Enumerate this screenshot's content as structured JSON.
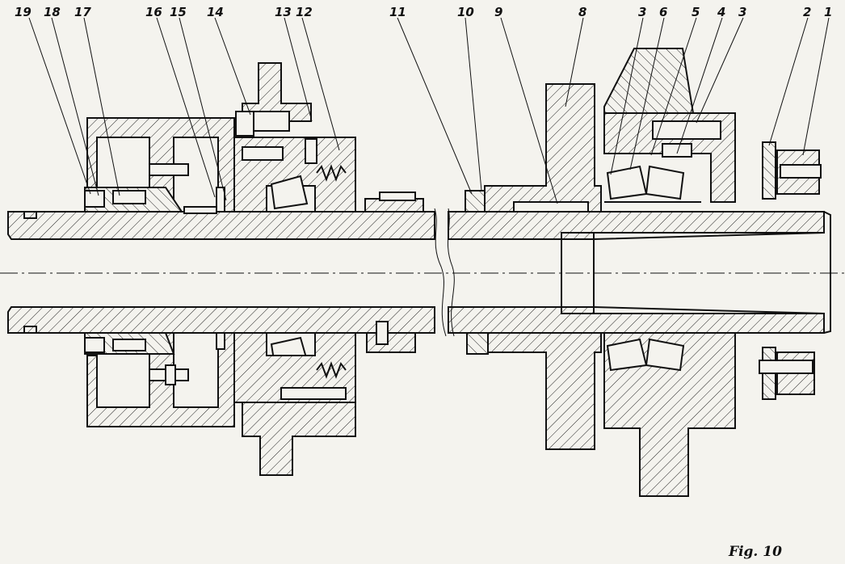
{
  "figure": {
    "caption": "Fig. 10",
    "callouts": [
      "19",
      "18",
      "17",
      "16",
      "15",
      "14",
      "13",
      "12",
      "11",
      "10",
      "9",
      "8",
      "3",
      "6",
      "5",
      "4",
      "3",
      "2",
      "1"
    ]
  },
  "colors": {
    "paper": "#f4f3ee",
    "ink": "#111111"
  }
}
